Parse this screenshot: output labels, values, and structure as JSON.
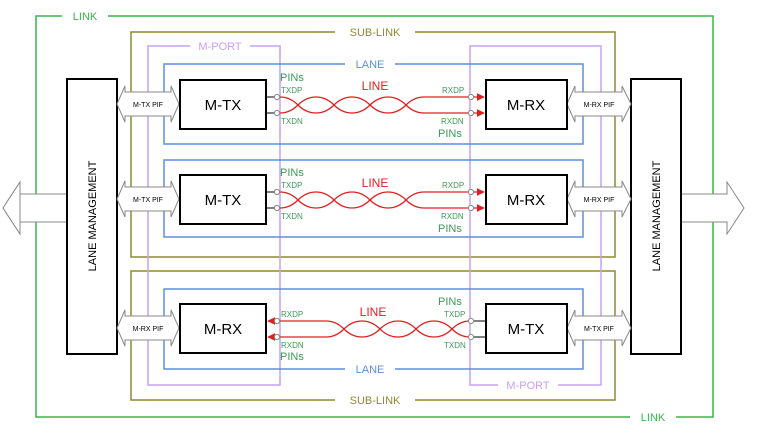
{
  "labels": {
    "link": "LINK",
    "sub_link": "SUB-LINK",
    "m_port": "M-PORT",
    "lane": "LANE",
    "line": "LINE",
    "pins": "PINs",
    "m_tx": "M-TX",
    "m_rx": "M-RX",
    "txdp": "TXDP",
    "txdn": "TXDN",
    "rxdp": "RXDP",
    "rxdn": "RXDN",
    "m_tx_pif": "M-TX PIF",
    "m_rx_pif": "M-RX PIF",
    "lane_management": "LANE MANAGEMENT"
  },
  "colors": {
    "link": "#3cb44b",
    "sub_link": "#8f8a2e",
    "m_port": "#c9a0f0",
    "lane": "#5b8fe0",
    "line": "#e02020",
    "pins": "#3a9a5a",
    "block": "#000000"
  }
}
